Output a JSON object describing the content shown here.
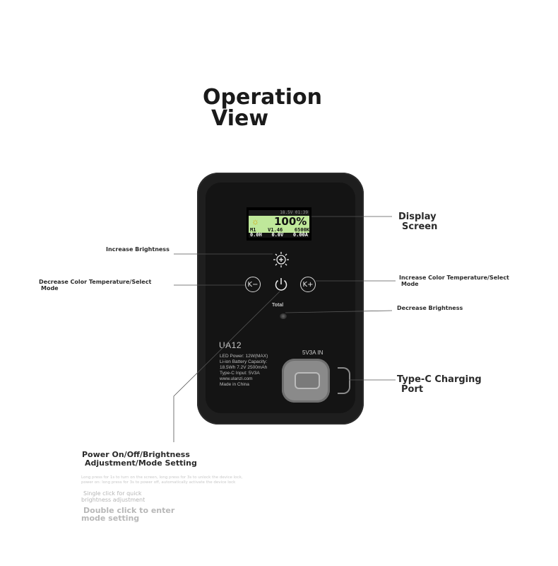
{
  "title": {
    "line1": "Operation",
    "line2": "View"
  },
  "device": {
    "model": "UA12",
    "specs": [
      "LED Power: 12W(MAX)",
      "Li-ion Battery Capacity:",
      "18.5Wh 7.2V 2500mAh",
      "Type-C Input: 5V3A",
      "www.ulanzi.com",
      "Made in China"
    ],
    "port_label": "5V3A IN",
    "total_label": "Total",
    "lcd": {
      "top": "18.5V 01:39",
      "percent": "100%",
      "mode": "M1",
      "version": "V1.46",
      "cct": "6500K",
      "bottom": [
        "0.0H",
        "0.0V",
        "0.00A"
      ]
    }
  },
  "annotations": {
    "display": [
      "Display",
      "Screen"
    ],
    "increase_brightness": "Increase Brightness",
    "decrease_cct": [
      "Decrease Color Temperature/Select",
      "Mode"
    ],
    "increase_cct": [
      "Increase Color Temperature/Select",
      "Mode"
    ],
    "decrease_brightness": "Decrease Brightness",
    "typec": [
      "Type-C Charging",
      "Port"
    ],
    "power": [
      "Power On/Off/Brightness",
      "Adjustment/Mode Setting"
    ],
    "power_note": [
      "Long press for 1s to turn on the screen, long press for 3s to unlock the device lock,",
      "power on: long press for 3s to power off, automatically activate the device lock"
    ],
    "single_click": [
      "Single click for quick",
      "brightness adjustment"
    ],
    "double_click": [
      "Double click to enter",
      "mode setting"
    ]
  },
  "icons": [
    "sun-icon",
    "brightness-plus-icon",
    "power-icon",
    "k-minus-icon",
    "k-plus-icon",
    "typec-port-icon"
  ]
}
